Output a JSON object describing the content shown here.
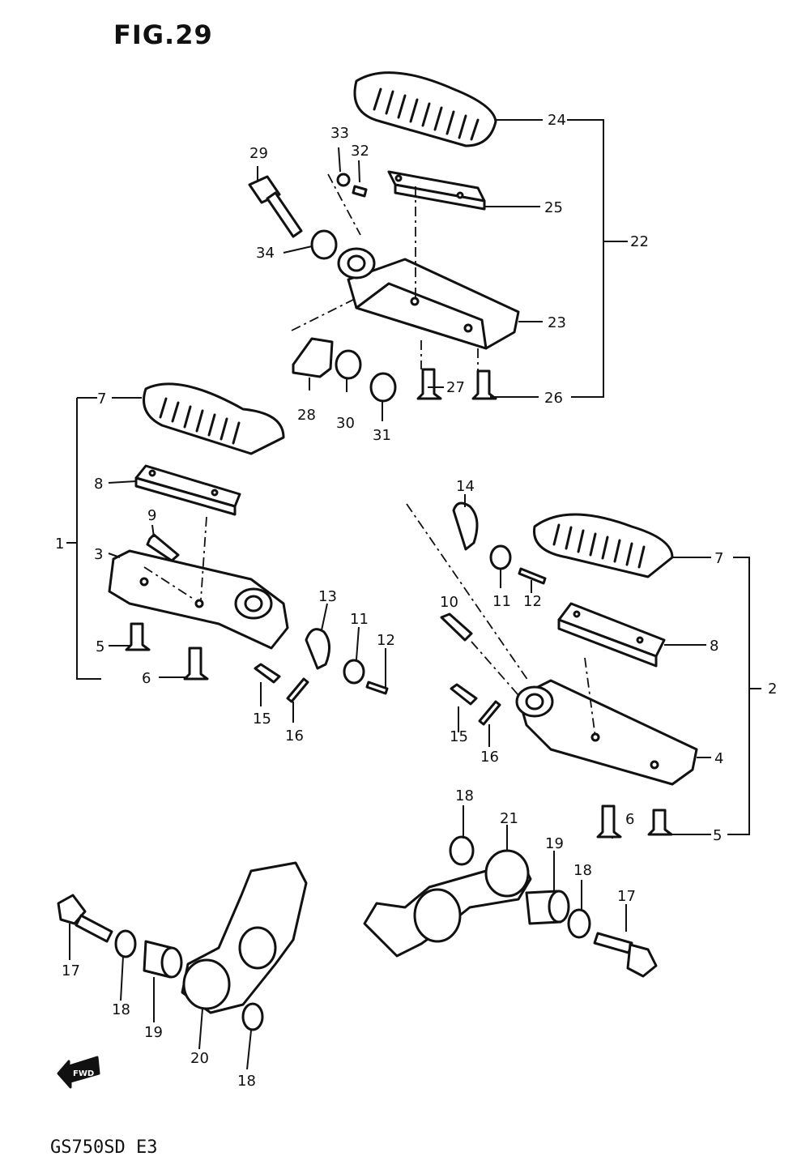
{
  "figure_title": "FIG.29",
  "model_code": "GS750SD E3",
  "fwd_label": "FWD",
  "callouts": {
    "c1": "1",
    "c2": "2",
    "c3": "3",
    "c4": "4",
    "c5a": "5",
    "c5b": "5",
    "c6a": "6",
    "c6b": "6",
    "c7a": "7",
    "c7b": "7",
    "c8a": "8",
    "c8b": "8",
    "c9": "9",
    "c10": "10",
    "c11a": "11",
    "c11b": "11",
    "c12a": "12",
    "c12b": "12",
    "c13": "13",
    "c14": "14",
    "c15a": "15",
    "c15b": "15",
    "c16a": "16",
    "c16b": "16",
    "c17a": "17",
    "c17b": "17",
    "c18a": "18",
    "c18b": "18",
    "c18c": "18",
    "c18d": "18",
    "c19a": "19",
    "c19b": "19",
    "c20": "20",
    "c21": "21",
    "c22": "22",
    "c23": "23",
    "c24": "24",
    "c25": "25",
    "c26": "26",
    "c27": "27",
    "c28": "28",
    "c29": "29",
    "c30": "30",
    "c31": "31",
    "c32": "32",
    "c33": "33",
    "c34": "34"
  }
}
